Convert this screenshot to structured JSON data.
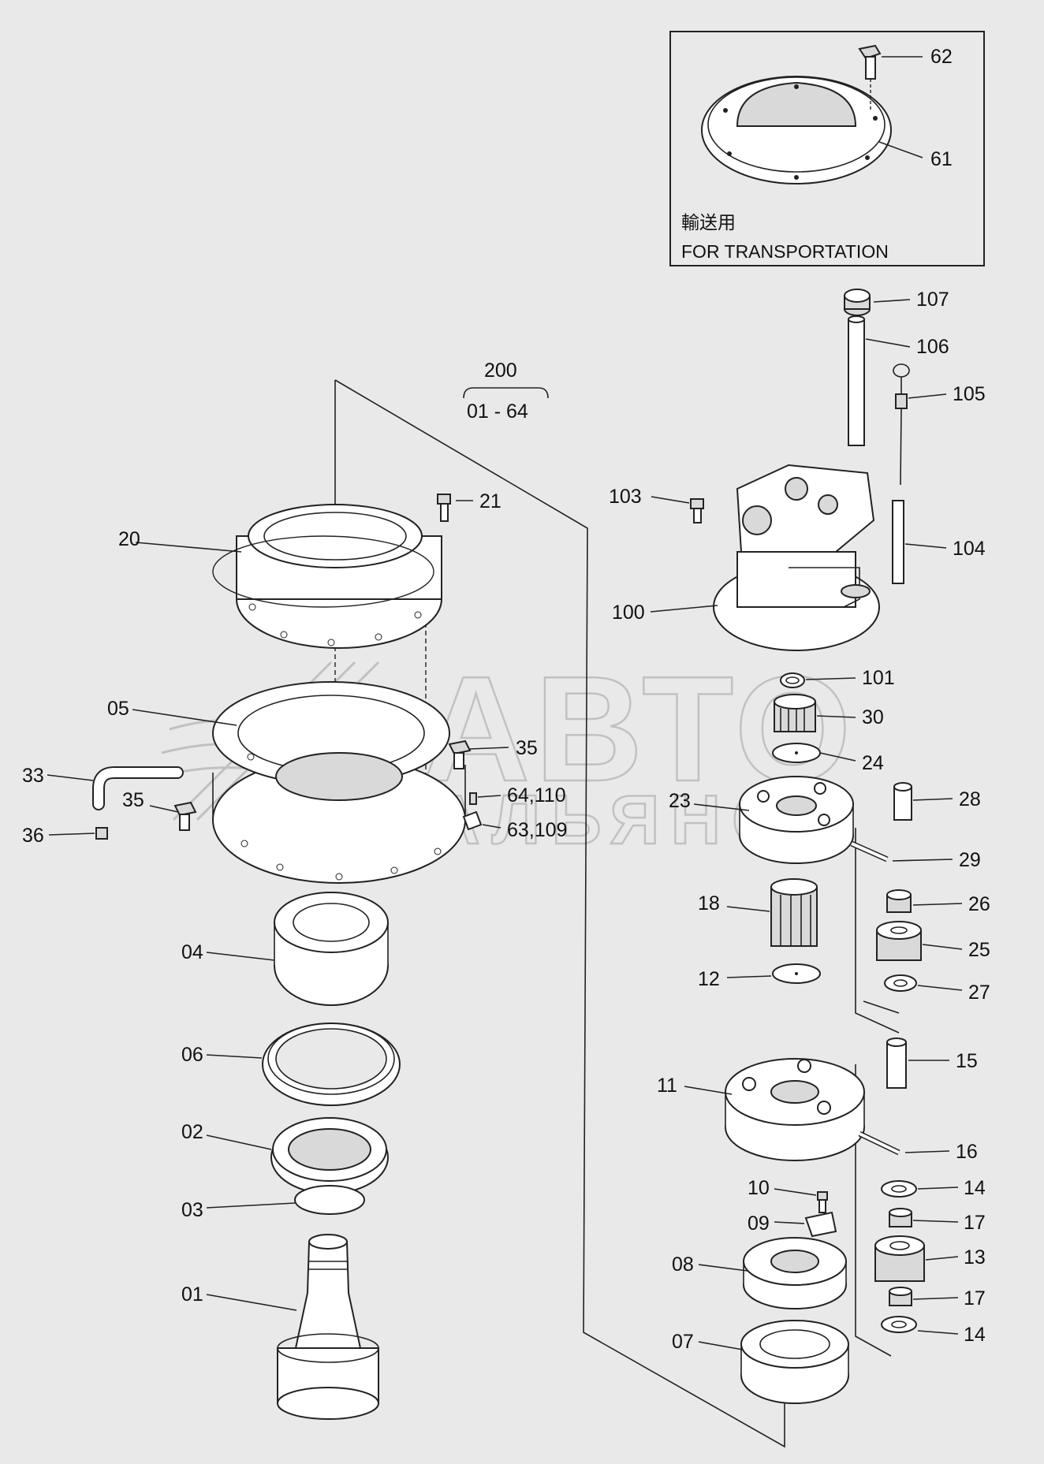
{
  "inset": {
    "title_jp": "輸送用",
    "title_en": "FOR TRANSPORTATION"
  },
  "group": {
    "number": "200",
    "range": "01 - 64"
  },
  "watermark": {
    "line1": "АВТО",
    "line2": "АЛЬЯНС"
  },
  "callouts": {
    "c62": "62",
    "c61": "61",
    "c107": "107",
    "c106": "106",
    "c105": "105",
    "c103": "103",
    "c104": "104",
    "c100": "100",
    "c101": "101",
    "c30": "30",
    "c24": "24",
    "c21": "21",
    "c20": "20",
    "c05": "05",
    "c35a": "35",
    "c33": "33",
    "c35b": "35",
    "c36": "36",
    "c64_110": "64,110",
    "c63_109": "63,109",
    "c23": "23",
    "c28": "28",
    "c29": "29",
    "c26": "26",
    "c18": "18",
    "c25": "25",
    "c12": "12",
    "c27": "27",
    "c04": "04",
    "c15": "15",
    "c11": "11",
    "c06": "06",
    "c16": "16",
    "c02": "02",
    "c10": "10",
    "c14a": "14",
    "c09": "09",
    "c17a": "17",
    "c03": "03",
    "c08": "08",
    "c13": "13",
    "c01": "01",
    "c17b": "17",
    "c07": "07",
    "c14b": "14"
  }
}
